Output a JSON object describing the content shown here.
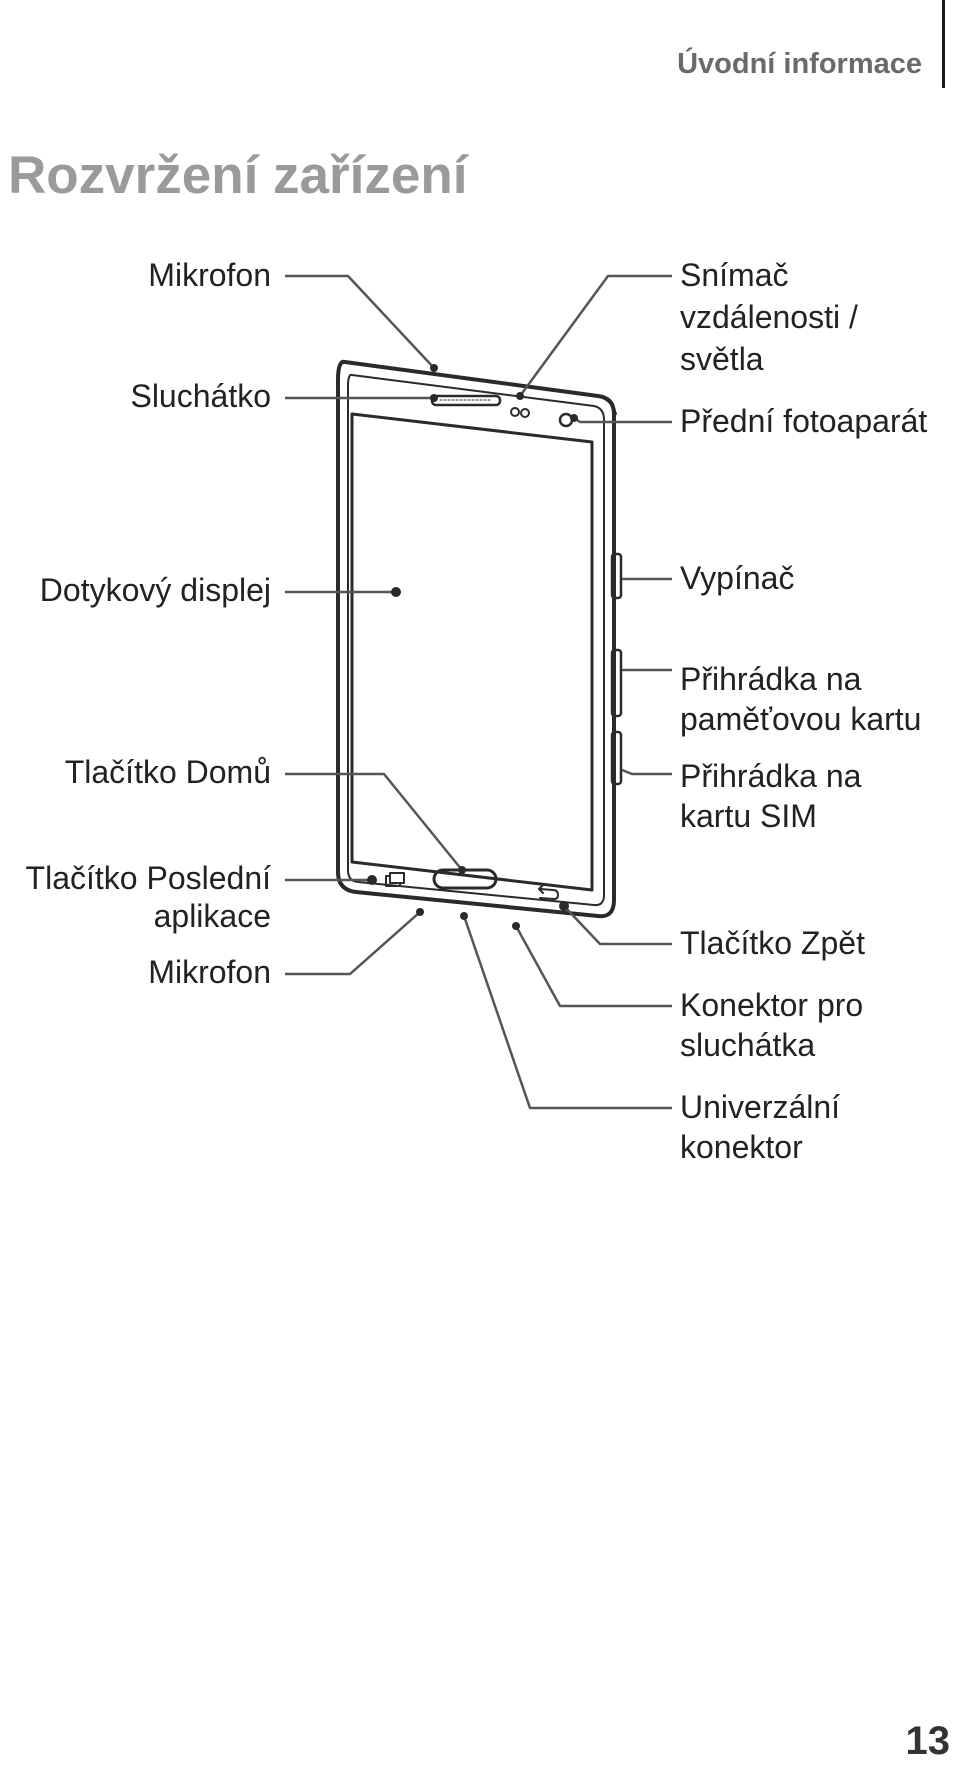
{
  "header": {
    "section": "Úvodní informace"
  },
  "page": {
    "title": "Rozvržení zařízení",
    "number": "13"
  },
  "labels_left": {
    "microphone_top": "Mikrofon",
    "earpiece": "Sluchátko",
    "touchscreen": "Dotykový displej",
    "home_key": "Tlačítko Domů",
    "recent_apps_key_1": "Tlačítko Poslední",
    "recent_apps_key_2": "aplikace",
    "microphone_bottom": "Mikrofon"
  },
  "labels_right": {
    "proximity_sensor_1": "Snímač",
    "proximity_sensor_2": "vzdálenosti /",
    "proximity_sensor_3": "světla",
    "front_camera": "Přední fotoaparát",
    "power_key": "Vypínač",
    "memory_card_tray_1": "Přihrádka na",
    "memory_card_tray_2": "paměťovou kartu",
    "sim_tray_1": "Přihrádka na",
    "sim_tray_2": "kartu SIM",
    "back_key": "Tlačítko Zpět",
    "headset_jack_1": "Konektor pro",
    "headset_jack_2": "sluchátka",
    "multipurpose_jack_1": "Univerzální",
    "multipurpose_jack_2": "konektor"
  }
}
